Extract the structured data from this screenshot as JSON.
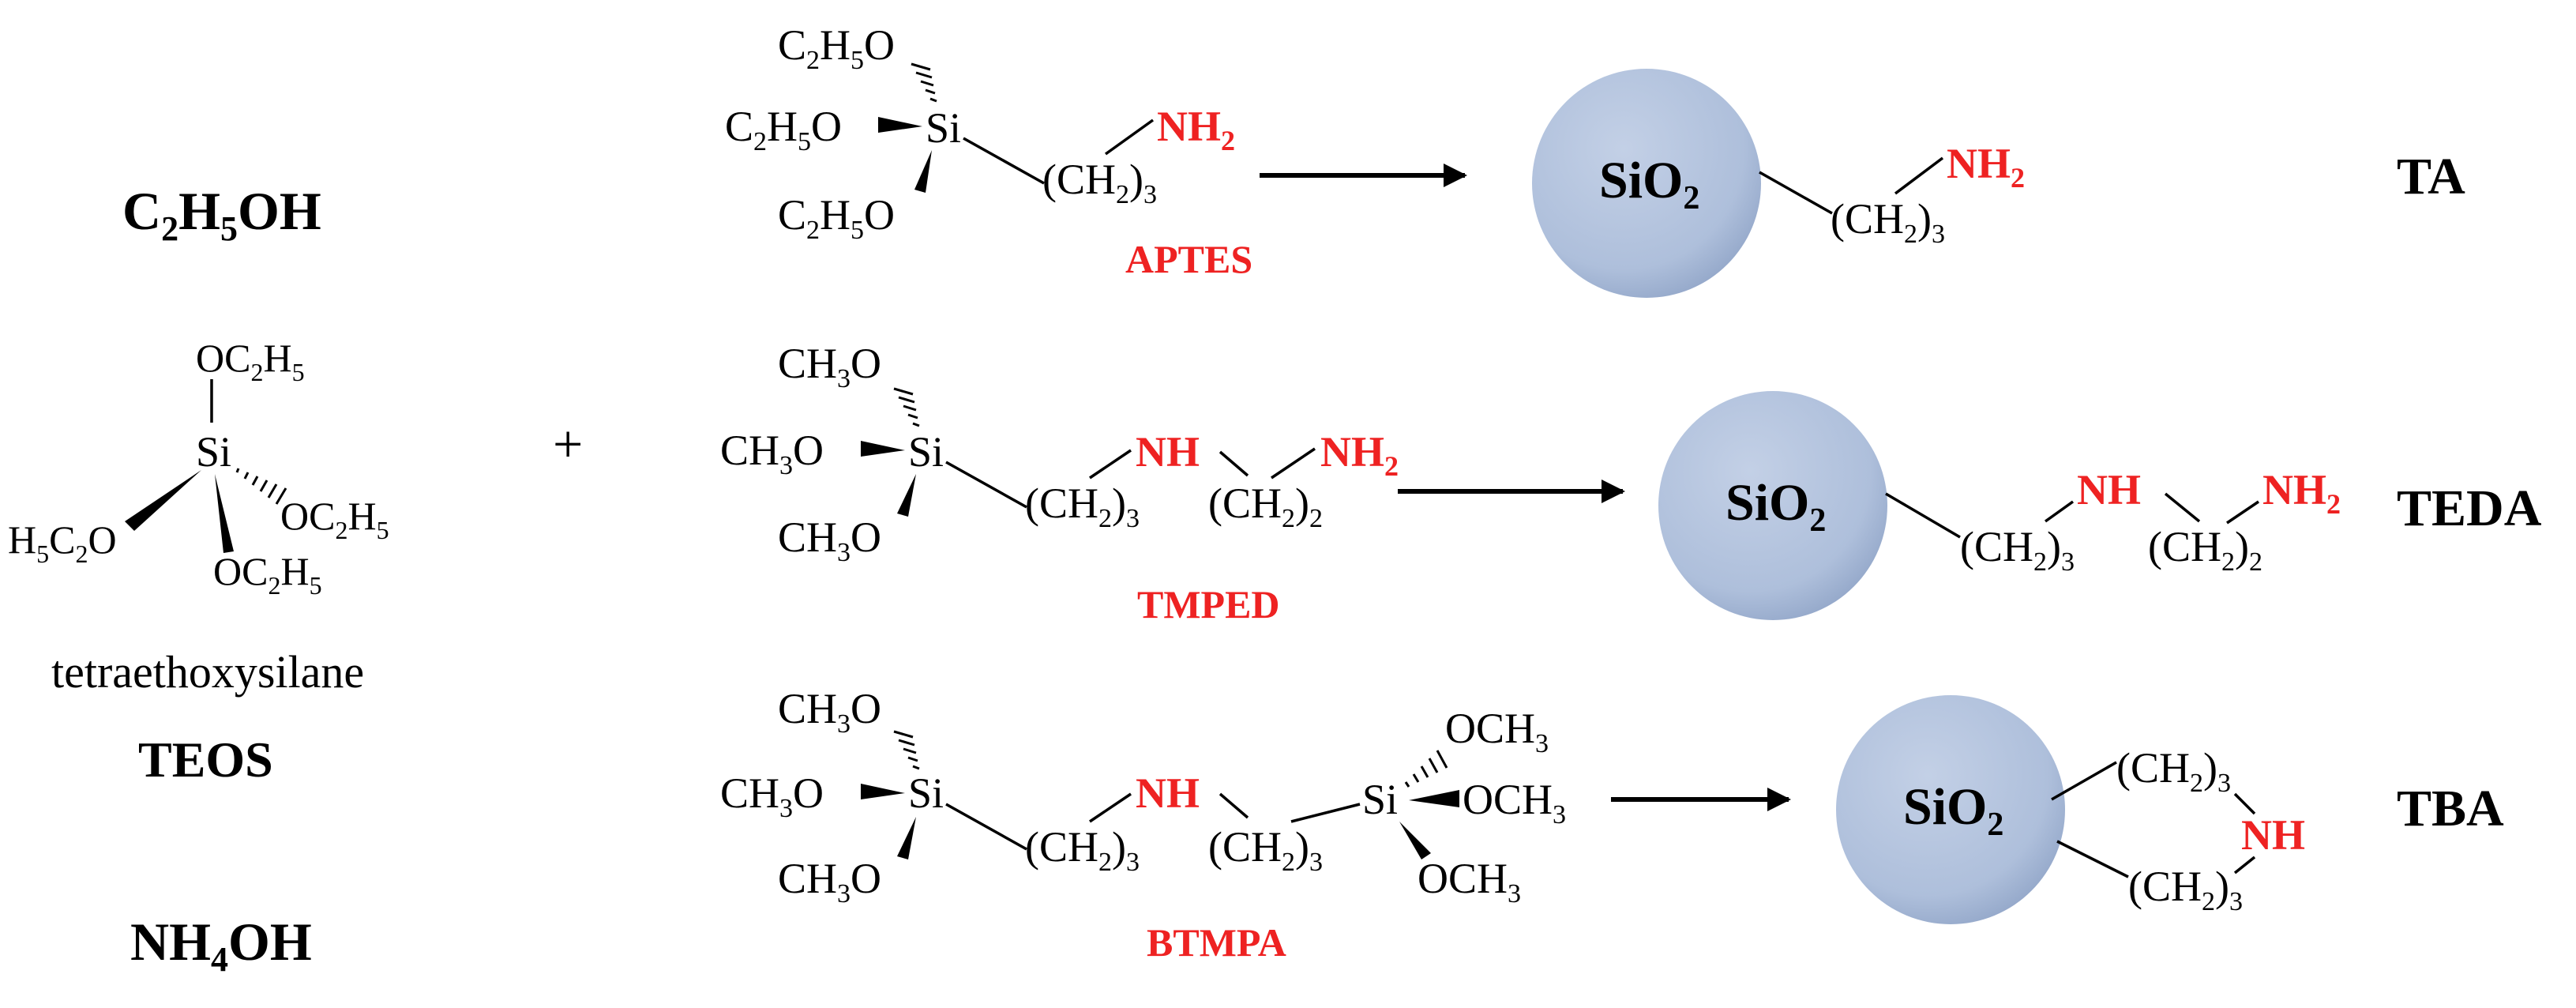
{
  "reagents": {
    "ethanol": {
      "main": "C",
      "s1": "2",
      "m1": "H",
      "s2": "5",
      "m2": "OH"
    },
    "teos_name": "tetraethoxysilane",
    "teos_abbr": "TEOS",
    "ammonia": {
      "main": "NH",
      "s1": "4",
      "m1": "OH"
    },
    "plus": "+"
  },
  "teos_structure": {
    "si": "Si",
    "top": {
      "a": "OC",
      "s1": "2",
      "b": "H",
      "s2": "5"
    },
    "right": {
      "a": "OC",
      "s1": "2",
      "b": "H",
      "s2": "5"
    },
    "bottom": {
      "a": "OC",
      "s1": "2",
      "b": "H",
      "s2": "5"
    },
    "left": {
      "a": "H",
      "s1": "5",
      "b": "C",
      "s2": "2",
      "c": "O"
    }
  },
  "silanes": [
    {
      "abbr": "APTES",
      "si": "Si",
      "ethoxy": {
        "a": "C",
        "s1": "2",
        "b": "H",
        "s2": "5",
        "c": "O"
      },
      "chain1": {
        "a": "(CH",
        "s1": "2",
        "b": ")",
        "s2": "3"
      },
      "amine": {
        "a": "NH",
        "s1": "2"
      }
    },
    {
      "abbr": "TMPED",
      "si": "Si",
      "methoxy": {
        "a": "CH",
        "s1": "3",
        "b": "O"
      },
      "chain1": {
        "a": "(CH",
        "s1": "2",
        "b": ")",
        "s2": "3"
      },
      "nh": "NH",
      "chain2": {
        "a": "(CH",
        "s1": "2",
        "b": ")",
        "s2": "2"
      },
      "amine": {
        "a": "NH",
        "s1": "2"
      }
    },
    {
      "abbr": "BTMPA",
      "si": "Si",
      "si2": "Si",
      "methoxy": {
        "a": "CH",
        "s1": "3",
        "b": "O"
      },
      "methoxy_r": {
        "a": "OCH",
        "s1": "3"
      },
      "chain1": {
        "a": "(CH",
        "s1": "2",
        "b": ")",
        "s2": "3"
      },
      "nh": "NH",
      "chain2": {
        "a": "(CH",
        "s1": "2",
        "b": ")",
        "s2": "3"
      }
    }
  ],
  "products": [
    {
      "label": "TA",
      "sphere": {
        "a": "SiO",
        "s1": "2"
      },
      "chain1": {
        "a": "(CH",
        "s1": "2",
        "b": ")",
        "s2": "3"
      },
      "amine": {
        "a": "NH",
        "s1": "2"
      }
    },
    {
      "label": "TEDA",
      "sphere": {
        "a": "SiO",
        "s1": "2"
      },
      "chain1": {
        "a": "(CH",
        "s1": "2",
        "b": ")",
        "s2": "3"
      },
      "nh": "NH",
      "chain2": {
        "a": "(CH",
        "s1": "2",
        "b": ")",
        "s2": "2"
      },
      "amine": {
        "a": "NH",
        "s1": "2"
      }
    },
    {
      "label": "TBA",
      "sphere": {
        "a": "SiO",
        "s1": "2"
      },
      "chain1": {
        "a": "(CH",
        "s1": "2",
        "b": ")",
        "s2": "3"
      },
      "chain2": {
        "a": "(CH",
        "s1": "2",
        "b": ")",
        "s2": "3"
      },
      "nh": "NH"
    }
  ],
  "colors": {
    "highlight": "#ee2222",
    "sphere": "#b3c2dc",
    "text": "#000000"
  }
}
